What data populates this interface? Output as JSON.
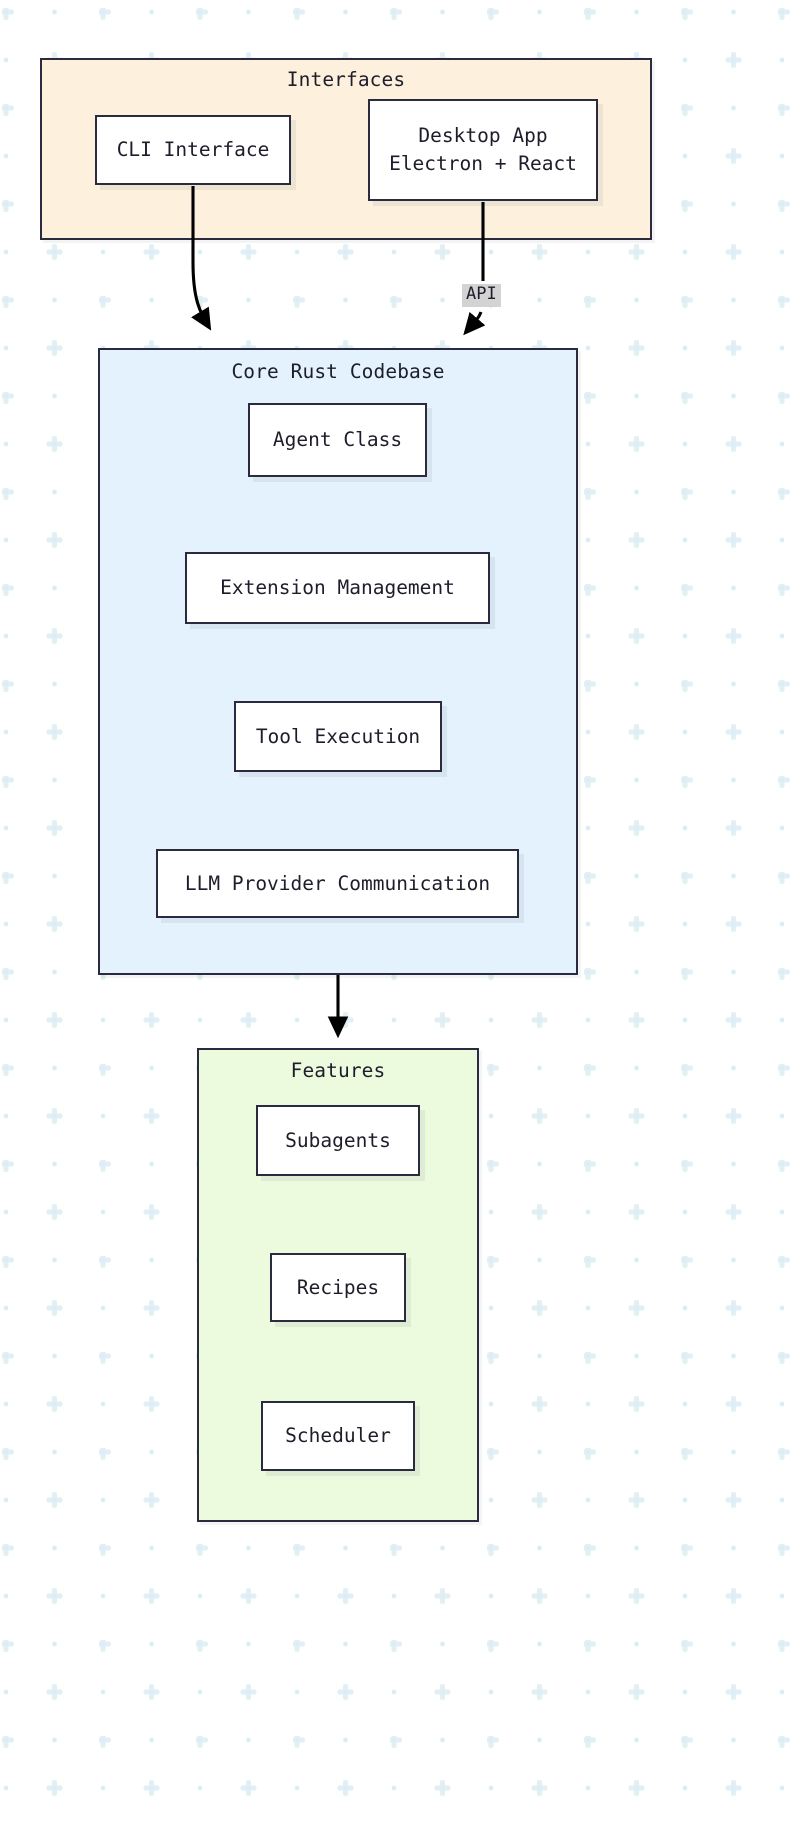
{
  "diagram": {
    "type": "flowchart",
    "direction": "top-to-bottom",
    "title_visible": false,
    "clusters": [
      {
        "id": "interfaces",
        "label": "Interfaces",
        "fill": "#fdf1dd",
        "stroke": "#2b2b40",
        "nodes": [
          "cli",
          "desktop"
        ]
      },
      {
        "id": "core",
        "label": "Core Rust Codebase",
        "fill": "#e3f2fd",
        "stroke": "#2b2b40",
        "nodes": [
          "agent",
          "extension",
          "tool",
          "llm"
        ]
      },
      {
        "id": "features",
        "label": "Features",
        "fill": "#ecfbdd",
        "stroke": "#2b2b40",
        "nodes": [
          "subagents",
          "recipes",
          "scheduler"
        ]
      }
    ],
    "nodes": [
      {
        "id": "cli",
        "label": "CLI Interface",
        "line1": "CLI Interface",
        "line2": ""
      },
      {
        "id": "desktop",
        "label": "Desktop App Electron + React",
        "line1": "Desktop App",
        "line2": "Electron + React"
      },
      {
        "id": "agent",
        "label": "Agent Class",
        "line1": "Agent Class",
        "line2": ""
      },
      {
        "id": "extension",
        "label": "Extension Management",
        "line1": "Extension Management",
        "line2": ""
      },
      {
        "id": "tool",
        "label": "Tool Execution",
        "line1": "Tool Execution",
        "line2": ""
      },
      {
        "id": "llm",
        "label": "LLM Provider Communication",
        "line1": "LLM Provider Communication",
        "line2": ""
      },
      {
        "id": "subagents",
        "label": "Subagents",
        "line1": "Subagents",
        "line2": ""
      },
      {
        "id": "recipes",
        "label": "Recipes",
        "line1": "Recipes",
        "line2": ""
      },
      {
        "id": "scheduler",
        "label": "Scheduler",
        "line1": "Scheduler",
        "line2": ""
      }
    ],
    "edges": [
      {
        "from": "cli",
        "to": "core",
        "label": "",
        "style": "solid-arrow"
      },
      {
        "from": "desktop",
        "to": "core",
        "label": "API",
        "style": "solid-arrow"
      },
      {
        "from": "core",
        "to": "features",
        "label": "",
        "style": "solid-arrow"
      }
    ],
    "colors": {
      "interfaces_fill": "#fdf1dd",
      "core_fill": "#e3f2fd",
      "features_fill": "#ecfbdd",
      "node_fill": "#ffffff",
      "stroke": "#2b2b40",
      "edge": "#000000",
      "edge_label_bg": "#d3d3d3",
      "grid_dot": "#dcecf4",
      "page_bg": "#ffffff"
    }
  }
}
